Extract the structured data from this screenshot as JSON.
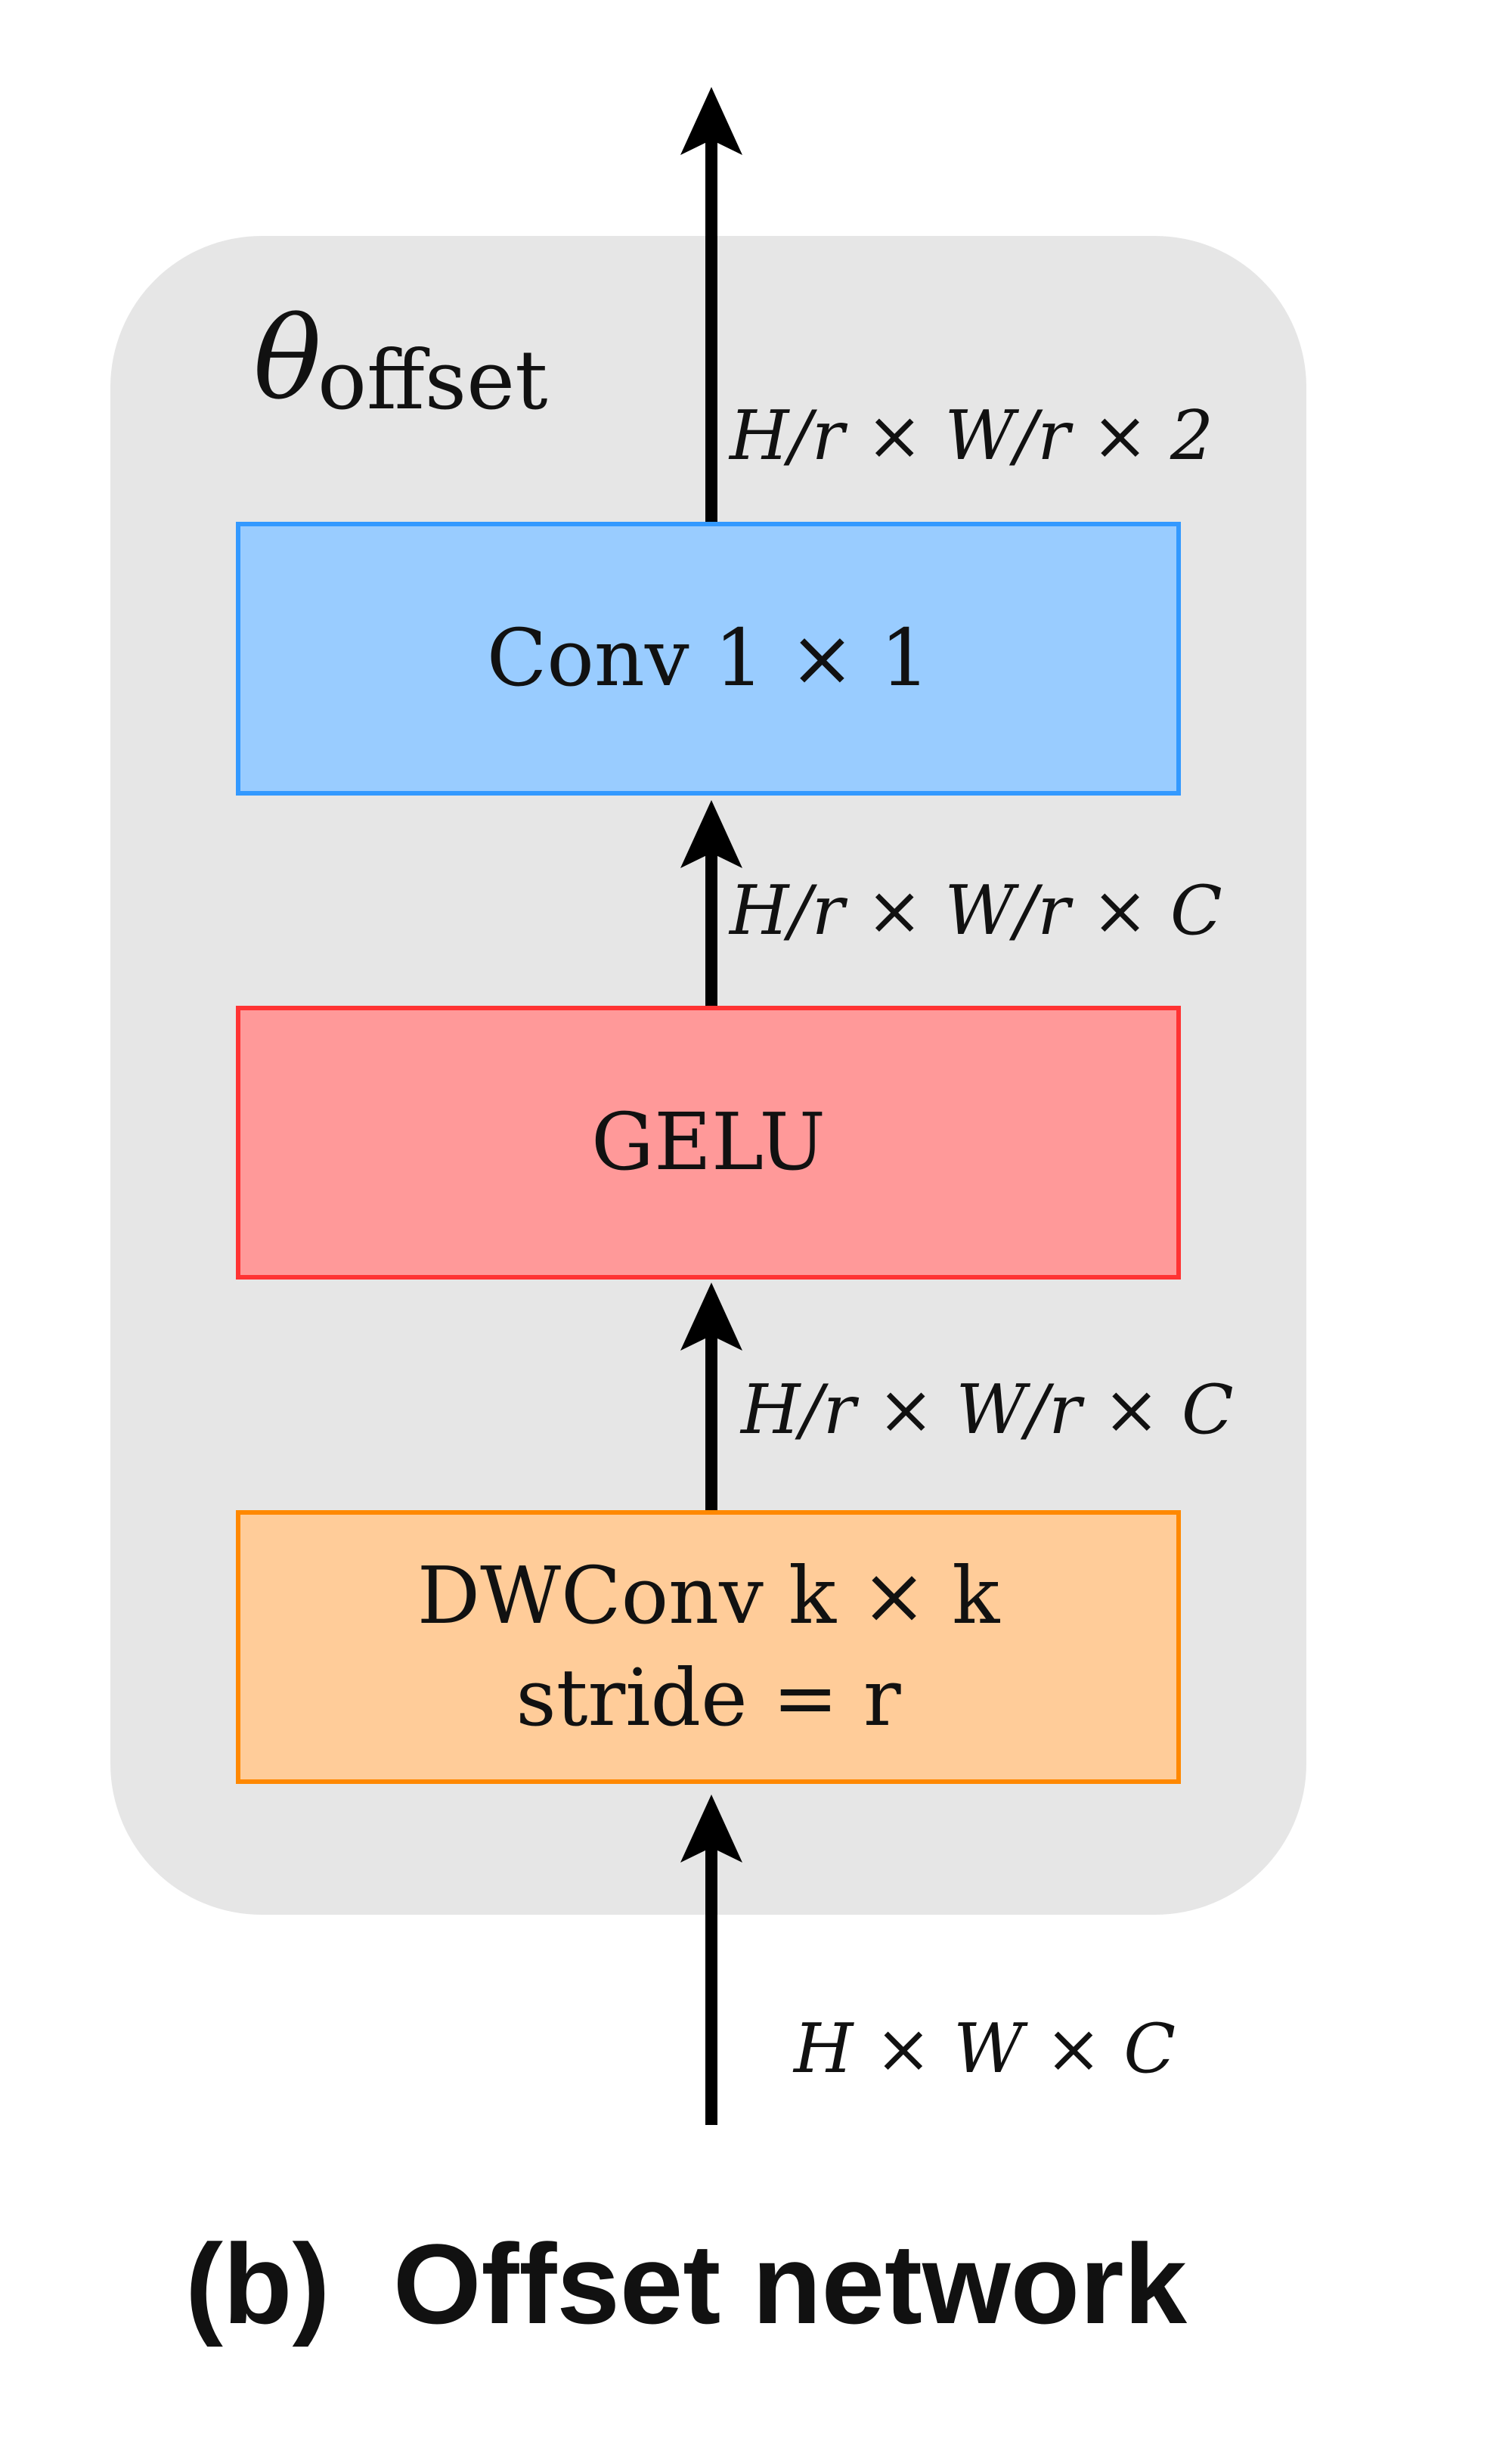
{
  "module": {
    "symbol": "θ",
    "symbol_subscript": "offset"
  },
  "blocks": [
    {
      "label": "Conv 1 × 1"
    },
    {
      "label": "GELU"
    },
    {
      "label_line1": "DWConv k × k",
      "label_line2": "stride = r"
    }
  ],
  "dimensions": {
    "output": "H/r × W/r × 2",
    "after_gelu": "H/r × W/r × C",
    "after_dwconv": "H/r × W/r × C",
    "input": "H × W × C"
  },
  "caption": "(b)  Offset network",
  "colors": {
    "group_background": "#e6e6e6",
    "conv_fill": "#99ccff",
    "conv_border": "#3399ff",
    "gelu_fill": "#ff9999",
    "gelu_border": "#ff3333",
    "dwconv_fill": "#ffcc99",
    "dwconv_border": "#ff8800",
    "arrow": "#000000"
  }
}
